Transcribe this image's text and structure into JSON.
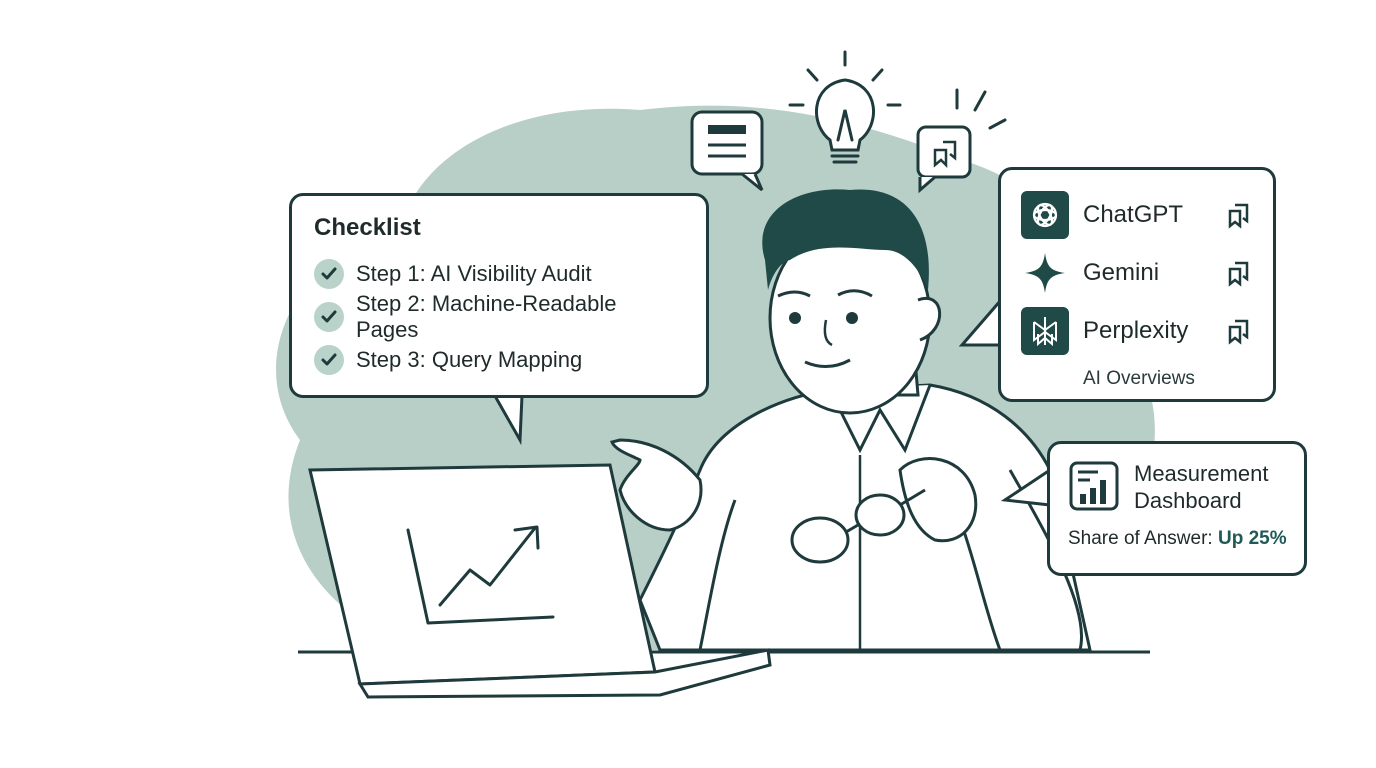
{
  "checklist": {
    "title": "Checklist",
    "steps": [
      {
        "label": "Step 1: AI Visibility Audit"
      },
      {
        "label": "Step 2: Machine-Readable Pages"
      },
      {
        "label": "Step 3: Query Mapping"
      }
    ]
  },
  "ai_panel": {
    "items": [
      {
        "name": "ChatGPT",
        "icon": "chatgpt-logo-icon"
      },
      {
        "name": "Gemini",
        "icon": "gemini-star-icon"
      },
      {
        "name": "Perplexity",
        "icon": "perplexity-logo-icon"
      }
    ],
    "extra": "AI Overviews"
  },
  "dashboard": {
    "title_line1": "Measurement",
    "title_line2": "Dashboard",
    "metric_label": "Share of Answer:",
    "metric_value": "Up 25%"
  },
  "colors": {
    "ink": "#1f3a3c",
    "blob": "#b7cfc6",
    "accent": "#1f4a47"
  }
}
